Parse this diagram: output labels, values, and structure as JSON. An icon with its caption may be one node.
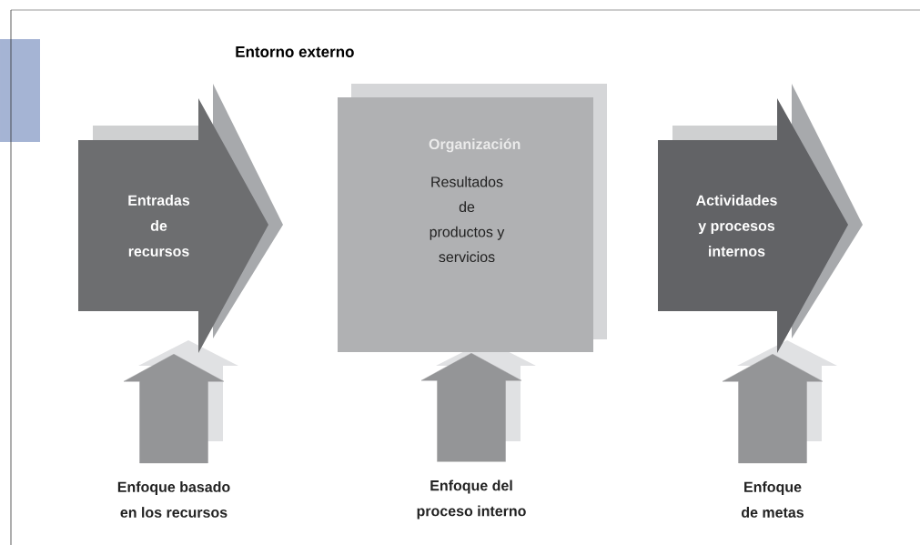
{
  "diagram": {
    "title": "Entorno externo",
    "nodes": [
      {
        "text": [
          "Entradas de recursos"
        ]
      },
      {
        "text": [
          "Organización",
          "Resultados de productos y servicios"
        ]
      },
      {
        "text": [
          "Actividades y procesos internos"
        ]
      },
      {
        "text": [
          "Enfoque basado en los recursos"
        ]
      },
      {
        "text": [
          "Enfoque del proceso interno"
        ]
      },
      {
        "text": [
          "Enfoque de metas"
        ]
      }
    ],
    "edges": [
      {
        "from": 3,
        "to": 0,
        "arrow": "to"
      },
      {
        "from": 4,
        "to": 1,
        "arrow": "to"
      },
      {
        "from": 5,
        "to": 2,
        "arrow": "to"
      }
    ]
  }
}
